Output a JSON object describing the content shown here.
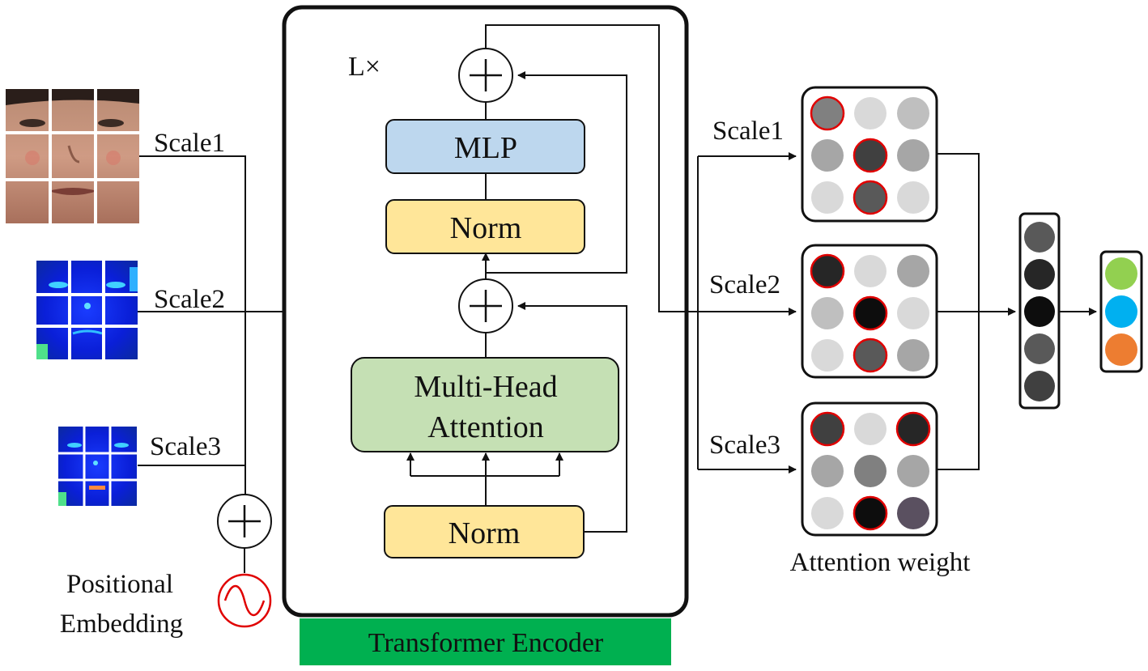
{
  "inputs": {
    "scale1": "Scale1",
    "scale2": "Scale2",
    "scale3": "Scale3",
    "positional_line1": "Positional",
    "positional_line2": "Embedding"
  },
  "encoder": {
    "repeat": "L×",
    "mlp": "MLP",
    "norm_top": "Norm",
    "attention_line1": "Multi-Head",
    "attention_line2": "Attention",
    "norm_bottom": "Norm",
    "footer": "Transformer Encoder"
  },
  "outputs": {
    "scale1": "Scale1",
    "scale2": "Scale2",
    "scale3": "Scale3",
    "attention_weight": "Attention weight"
  },
  "colors": {
    "mlp_fill": "#bdd7ee",
    "norm_fill": "#ffe699",
    "attention_fill": "#c5e0b4",
    "footer_fill": "#00b050",
    "highlight_ring": "#e00000",
    "class_green": "#92d050",
    "class_blue": "#00b0f0",
    "class_orange": "#ed7d31"
  },
  "attention_grids": [
    [
      "#808080",
      "#d9d9d9",
      "#bfbfbf",
      "#a6a6a6",
      "#404040",
      "#a6a6a6",
      "#d9d9d9",
      "#595959",
      "#d9d9d9"
    ],
    [
      "#262626",
      "#d9d9d9",
      "#a6a6a6",
      "#bfbfbf",
      "#0d0d0d",
      "#d9d9d9",
      "#d9d9d9",
      "#595959",
      "#a6a6a6"
    ],
    [
      "#404040",
      "#d9d9d9",
      "#262626",
      "#a6a6a6",
      "#808080",
      "#a6a6a6",
      "#d9d9d9",
      "#0d0d0d",
      "#5a5060"
    ]
  ],
  "highlighted_cells": [
    [
      0,
      4,
      7
    ],
    [
      0,
      4,
      7
    ],
    [
      0,
      2,
      7
    ]
  ],
  "token_column": [
    "#595959",
    "#262626",
    "#0d0d0d",
    "#595959",
    "#404040"
  ]
}
